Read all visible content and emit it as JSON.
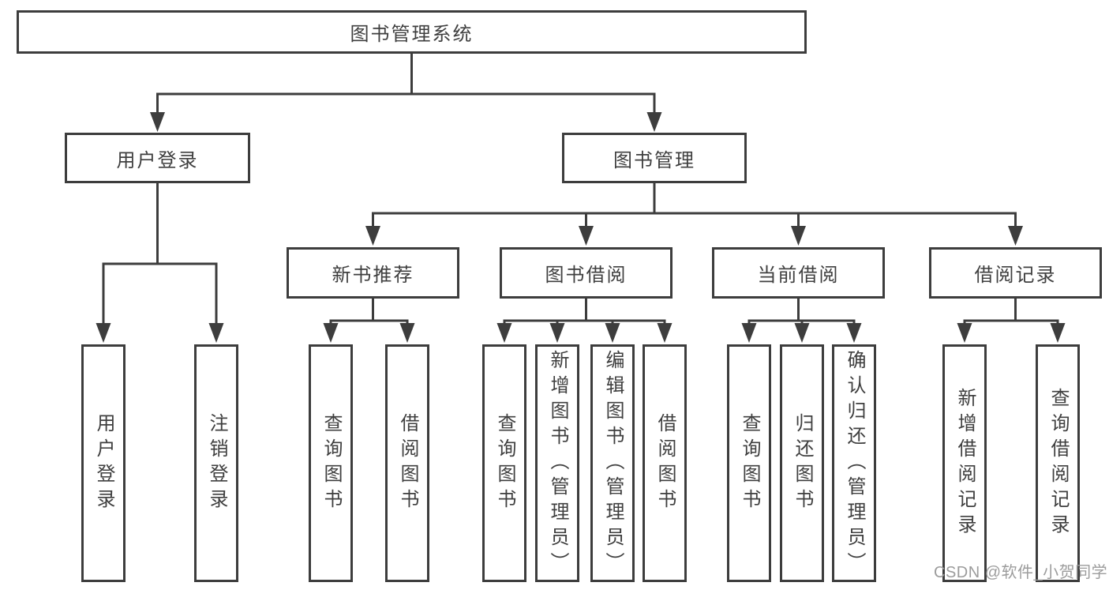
{
  "nodes": {
    "root": {
      "label": "图书管理系统"
    },
    "level2": [
      {
        "label": "用户登录"
      },
      {
        "label": "图书管理"
      }
    ],
    "level3": [
      {
        "label": "新书推荐"
      },
      {
        "label": "图书借阅"
      },
      {
        "label": "当前借阅"
      },
      {
        "label": "借阅记录"
      }
    ],
    "leaves": [
      {
        "label": "用户登录"
      },
      {
        "label": "注销登录"
      },
      {
        "label": "查询图书"
      },
      {
        "label": "借阅图书"
      },
      {
        "label": "查询图书"
      },
      {
        "label": "新增图书（管理员）"
      },
      {
        "label": "编辑图书（管理员）"
      },
      {
        "label": "借阅图书"
      },
      {
        "label": "查询图书"
      },
      {
        "label": "归还图书"
      },
      {
        "label": "确认归还（管理员）"
      },
      {
        "label": "新增借阅记录"
      },
      {
        "label": "查询借阅记录"
      }
    ]
  },
  "hierarchy": {
    "图书管理系统": {
      "用户登录": [
        "用户登录",
        "注销登录"
      ],
      "图书管理": {
        "新书推荐": [
          "查询图书",
          "借阅图书"
        ],
        "图书借阅": [
          "查询图书",
          "新增图书（管理员）",
          "编辑图书（管理员）",
          "借阅图书"
        ],
        "当前借阅": [
          "查询图书",
          "归还图书",
          "确认归还（管理员）"
        ],
        "借阅记录": [
          "新增借阅记录",
          "查询借阅记录"
        ]
      }
    }
  },
  "watermark": {
    "text": "CSDN @软件_小贺同学"
  },
  "colors": {
    "line": "#3d3d3d",
    "text": "#3f3f3f",
    "watermark": "#9c9c9c",
    "background": "#ffffff"
  }
}
